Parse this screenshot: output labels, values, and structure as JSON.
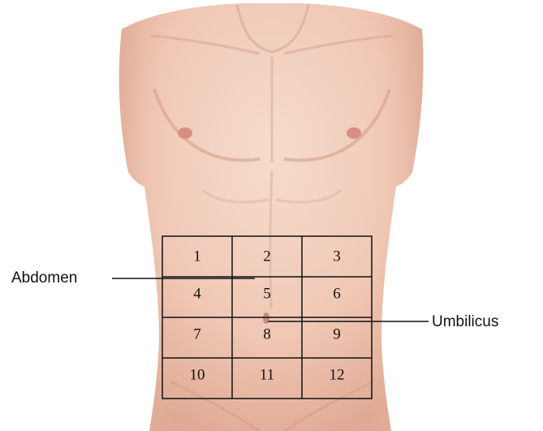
{
  "labels": {
    "abdomen": "Abdomen",
    "umbilicus": "Umbilicus"
  },
  "regions": [
    "1",
    "2",
    "3",
    "4",
    "5",
    "6",
    "7",
    "8",
    "9",
    "10",
    "11",
    "12"
  ],
  "colors": {
    "skin_light": "#f4d4c4",
    "skin_mid": "#eec0ac",
    "skin_shadow": "#d8a28c",
    "nipple": "#d88e82",
    "grid_line": "#111111"
  }
}
